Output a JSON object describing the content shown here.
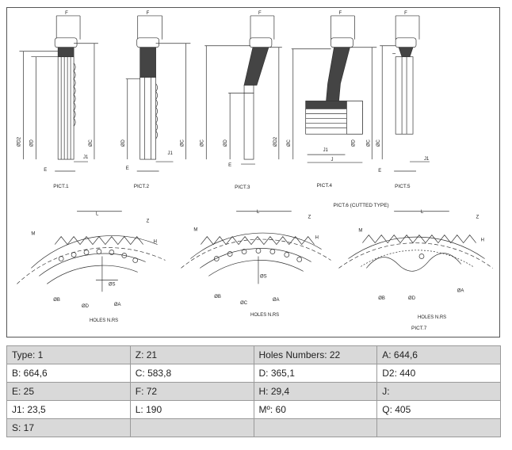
{
  "figures": {
    "pict_labels": [
      "PICT.1",
      "PICT.2",
      "PICT.3",
      "PICT.4",
      "PICT.5",
      "PICT.6 (CUTTED TYPE)",
      "PICT.7"
    ],
    "dimension_letters": {
      "F": "F",
      "E": "E",
      "J": "J",
      "J1": "J1",
      "L": "L",
      "Z": "Z",
      "H": "H",
      "M": "M",
      "S": "ØS",
      "A": "ØA",
      "B": "ØB",
      "C": "ØC",
      "D": "ØD",
      "D2": "ØD2"
    },
    "holes_label": "HOLES N.RS"
  },
  "specs": {
    "rows": [
      [
        "Type: 1",
        "Z: 21",
        "Holes Numbers: 22",
        "A: 644,6"
      ],
      [
        "B: 664,6",
        "C: 583,8",
        "D: 365,1",
        "D2: 440"
      ],
      [
        "E: 25",
        "F: 72",
        "H: 29,4",
        "J:"
      ],
      [
        "J1: 23,5",
        "L: 190",
        "Mº: 60",
        "Q: 405"
      ],
      [
        "S: 17",
        "",
        "",
        ""
      ]
    ]
  }
}
